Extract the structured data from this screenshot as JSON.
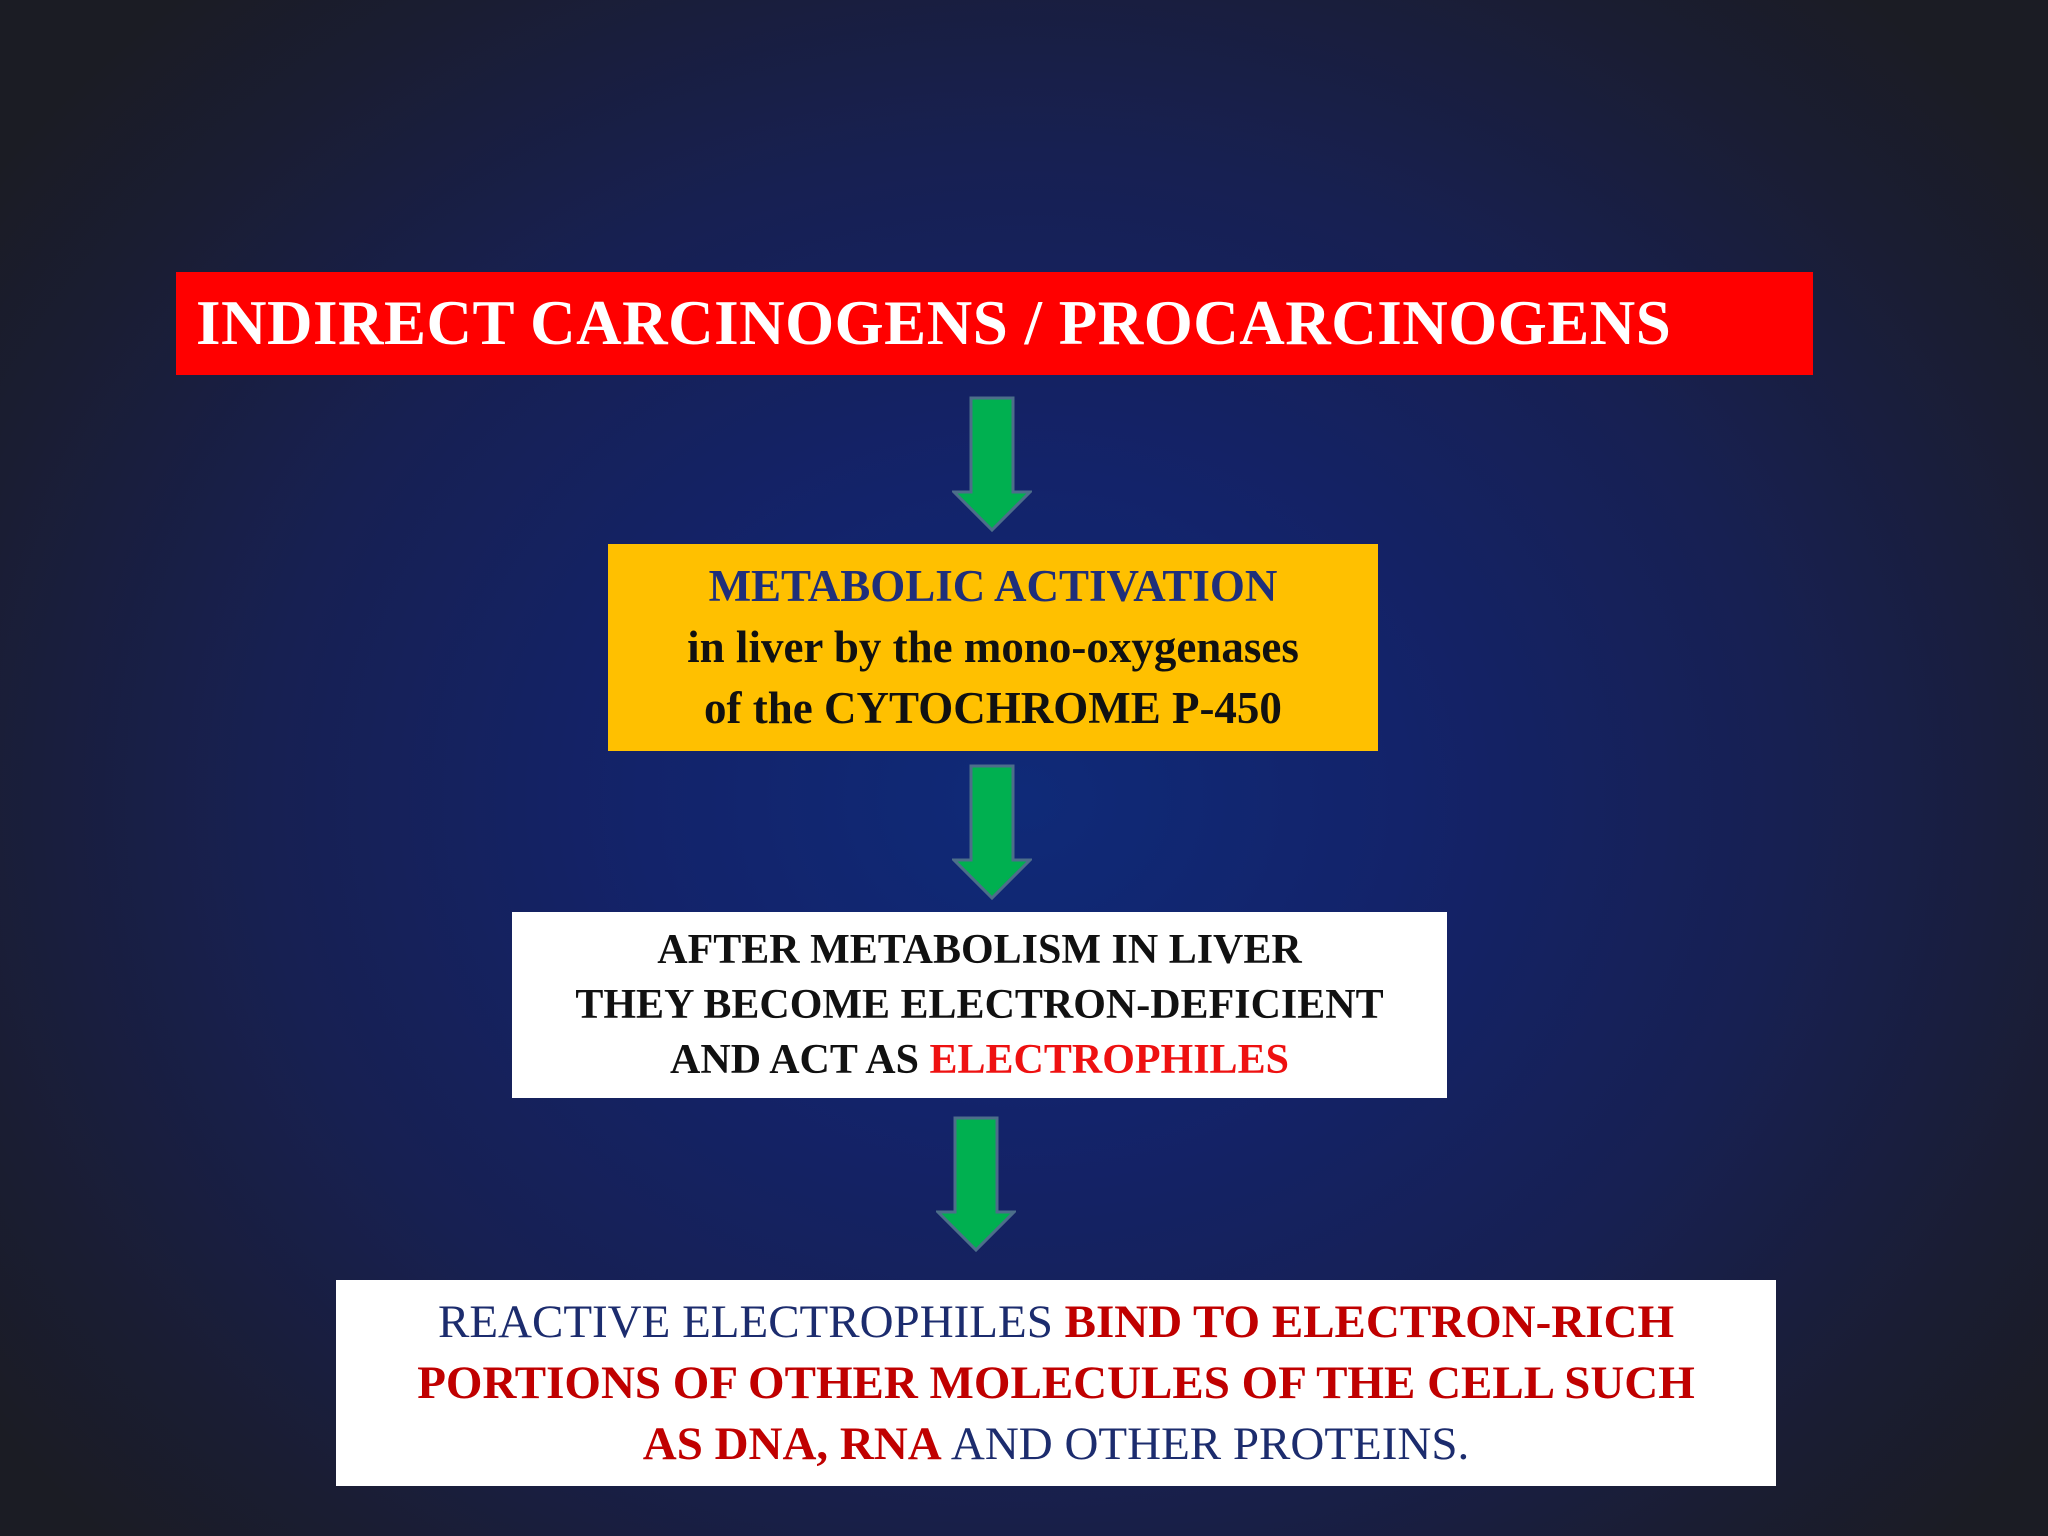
{
  "title": "INDIRECT CARCINOGENS / PROCARCINOGENS",
  "step1": {
    "line1": "METABOLIC ACTIVATION",
    "line2": "in liver by the mono-oxygenases",
    "line3": "of the CYTOCHROME P-450"
  },
  "step2": {
    "line1": "AFTER METABOLISM IN LIVER",
    "line2": "THEY BECOME ELECTRON-DEFICIENT",
    "line3_prefix": "AND ACT AS ",
    "line3_highlight": "ELECTROPHILES"
  },
  "step3": {
    "line1_normal": "REACTIVE ELECTROPHILES ",
    "line1_bold": "BIND TO ELECTRON-RICH",
    "line2_bold": "PORTIONS OF OTHER MOLECULES OF THE CELL SUCH",
    "line3_bold": "AS DNA, RNA",
    "line3_normal": " AND OTHER PROTEINS."
  },
  "colors": {
    "title_bg": "#ff0000",
    "step1_bg": "#ffc000",
    "box_bg": "#ffffff",
    "arrow": "#00b050",
    "highlight_red": "#ee1111",
    "emphasis_red": "#c00000",
    "navy_text": "#1c2c6e"
  },
  "icons": [
    "down-arrow-icon",
    "down-arrow-icon",
    "down-arrow-icon"
  ]
}
